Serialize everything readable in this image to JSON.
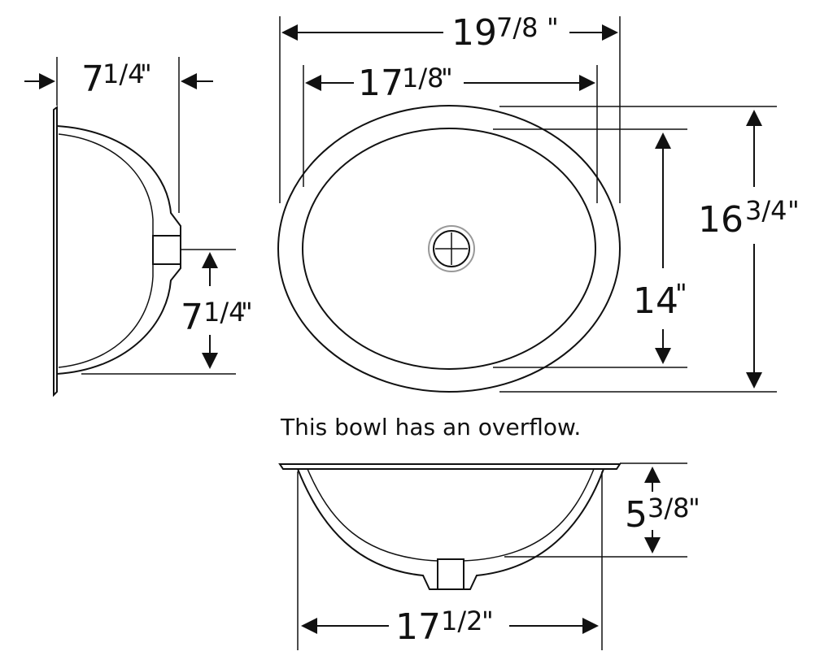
{
  "note": "This bowl has an overflow.",
  "dimensions": {
    "side_width": {
      "whole": "7",
      "frac": "1/4",
      "unit": "\""
    },
    "side_drain_height": {
      "whole": "7",
      "frac": "1/4",
      "unit": "\""
    },
    "outer_length": {
      "whole": "19",
      "frac": "7/8",
      "unit": "\""
    },
    "inner_length": {
      "whole": "17",
      "frac": "1/8",
      "unit": "\""
    },
    "outer_width": {
      "whole": "16",
      "frac": "3/4",
      "unit": "\""
    },
    "inner_width": {
      "whole": "14",
      "frac": "",
      "unit": "\""
    },
    "depth": {
      "whole": "5",
      "frac": "3/8",
      "unit": "\""
    },
    "bottom_length": {
      "whole": "17",
      "frac": "1/2",
      "unit": "\""
    }
  }
}
